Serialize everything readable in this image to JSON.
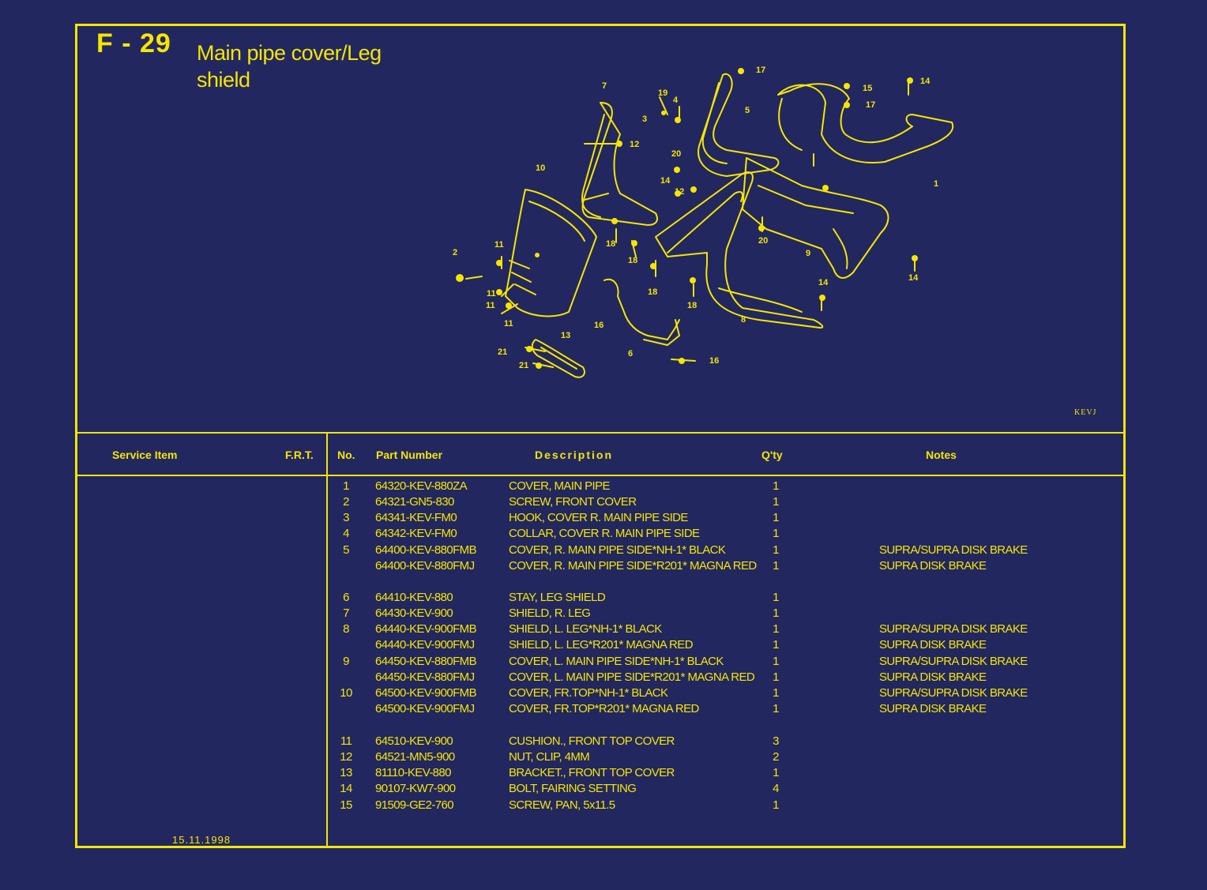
{
  "page": {
    "code": "F - 29",
    "title_line1": "Main pipe cover/Leg",
    "title_line2": "shield",
    "ref_code": "KEVJ",
    "date": "15.11.1998"
  },
  "headers": {
    "service_item": "Service Item",
    "frt": "F.R.T.",
    "no": "No.",
    "part_number": "Part Number",
    "description": "Description",
    "qty": "Q'ty",
    "notes": "Notes"
  },
  "diagram_labels": [
    "1",
    "2",
    "3",
    "4",
    "5",
    "6",
    "7",
    "8",
    "9",
    "10",
    "11",
    "11",
    "11",
    "11",
    "12",
    "12",
    "13",
    "14",
    "14",
    "14",
    "14",
    "15",
    "16",
    "16",
    "17",
    "17",
    "18",
    "18",
    "18",
    "18",
    "19",
    "20",
    "20",
    "21",
    "21"
  ],
  "parts": [
    {
      "no": "1",
      "part": "64320-KEV-880ZA",
      "desc": "COVER, MAIN PIPE",
      "qty": "1",
      "notes": ""
    },
    {
      "no": "2",
      "part": "64321-GN5-830",
      "desc": "SCREW, FRONT COVER",
      "qty": "1",
      "notes": ""
    },
    {
      "no": "3",
      "part": "64341-KEV-FM0",
      "desc": "HOOK, COVER R. MAIN PIPE SIDE",
      "qty": "1",
      "notes": ""
    },
    {
      "no": "4",
      "part": "64342-KEV-FM0",
      "desc": "COLLAR, COVER R. MAIN PIPE SIDE",
      "qty": "1",
      "notes": ""
    },
    {
      "no": "5",
      "part": "64400-KEV-880FMB",
      "desc": "COVER, R. MAIN PIPE SIDE*NH-1* BLACK",
      "qty": "1",
      "notes": "SUPRA/SUPRA DISK BRAKE"
    },
    {
      "no": "",
      "part": "64400-KEV-880FMJ",
      "desc": "COVER, R. MAIN PIPE SIDE*R201* MAGNA RED",
      "qty": "1",
      "notes": "SUPRA DISK BRAKE"
    },
    {
      "no": "6",
      "part": "64410-KEV-880",
      "desc": "STAY, LEG SHIELD",
      "qty": "1",
      "notes": ""
    },
    {
      "no": "7",
      "part": "64430-KEV-900",
      "desc": "SHIELD, R. LEG",
      "qty": "1",
      "notes": ""
    },
    {
      "no": "8",
      "part": "64440-KEV-900FMB",
      "desc": "SHIELD, L. LEG*NH-1* BLACK",
      "qty": "1",
      "notes": "SUPRA/SUPRA DISK BRAKE"
    },
    {
      "no": "",
      "part": "64440-KEV-900FMJ",
      "desc": "SHIELD, L. LEG*R201* MAGNA RED",
      "qty": "1",
      "notes": "SUPRA DISK BRAKE"
    },
    {
      "no": "9",
      "part": "64450-KEV-880FMB",
      "desc": "COVER, L. MAIN PIPE SIDE*NH-1* BLACK",
      "qty": "1",
      "notes": "SUPRA/SUPRA DISK BRAKE"
    },
    {
      "no": "",
      "part": "64450-KEV-880FMJ",
      "desc": "COVER, L. MAIN PIPE SIDE*R201* MAGNA RED",
      "qty": "1",
      "notes": "SUPRA DISK BRAKE"
    },
    {
      "no": "10",
      "part": "64500-KEV-900FMB",
      "desc": "COVER, FR.TOP*NH-1* BLACK",
      "qty": "1",
      "notes": "SUPRA/SUPRA DISK BRAKE"
    },
    {
      "no": "",
      "part": "64500-KEV-900FMJ",
      "desc": "COVER, FR.TOP*R201* MAGNA RED",
      "qty": "1",
      "notes": "SUPRA DISK BRAKE"
    },
    {
      "no": "11",
      "part": "64510-KEV-900",
      "desc": "CUSHION., FRONT TOP COVER",
      "qty": "3",
      "notes": ""
    },
    {
      "no": "12",
      "part": "64521-MN5-900",
      "desc": "NUT, CLIP, 4MM",
      "qty": "2",
      "notes": ""
    },
    {
      "no": "13",
      "part": "81110-KEV-880",
      "desc": "BRACKET., FRONT TOP COVER",
      "qty": "1",
      "notes": ""
    },
    {
      "no": "14",
      "part": "90107-KW7-900",
      "desc": "BOLT, FAIRING SETTING",
      "qty": "4",
      "notes": ""
    },
    {
      "no": "15",
      "part": "91509-GE2-760",
      "desc": "SCREW, PAN, 5x11.5",
      "qty": "1",
      "notes": ""
    }
  ],
  "colors": {
    "background": "#222760",
    "ink": "#f5e600"
  }
}
